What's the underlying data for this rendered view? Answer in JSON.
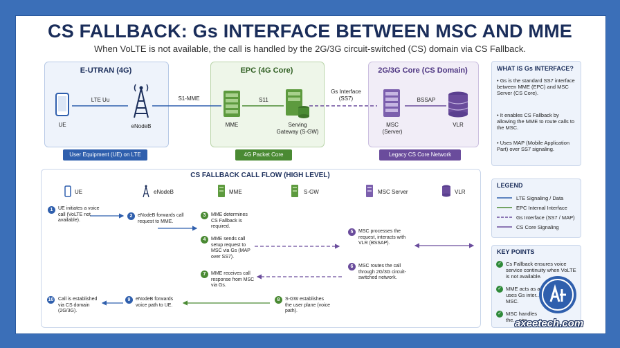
{
  "title": "CS FALLBACK: Gs INTERFACE BETWEEN MSC AND MME",
  "subtitle": "When VoLTE is not available, the call is handled by the 2G/3G circuit-switched (CS) domain via CS Fallback.",
  "colors": {
    "blue": "#2f5fad",
    "green": "#4a8a33",
    "purple": "#6a4c9c",
    "frame": "#3b6fb8",
    "title": "#1a2d5a"
  },
  "domains": {
    "eutran": {
      "title": "E-UTRAN (4G)",
      "tag": "User Equipment (UE) on LTE"
    },
    "epc": {
      "title": "EPC (4G Core)",
      "tag": "4G Packet Core"
    },
    "cs": {
      "title": "2G/3G Core (CS Domain)",
      "tag": "Legacy CS Core Network"
    }
  },
  "nodes": {
    "ue": "UE",
    "enodeb": "eNodeB",
    "mme": "MME",
    "sgw_line1": "Serving",
    "sgw_line2": "Gateway (S-GW)",
    "msc_line1": "MSC",
    "msc_line2": "(Server)",
    "vlr": "VLR"
  },
  "edges": {
    "lte_uu": "LTE Uu",
    "s1_mme": "S1-MME",
    "s11": "S11",
    "gs_line1": "Gs Interface",
    "gs_line2": "(SS7)",
    "bssap": "BSSAP"
  },
  "what_is": {
    "title": "WHAT IS Gs INTERFACE?",
    "items": [
      "Gs is the standard SS7 interface between MME (EPC) and MSC Server (CS Core).",
      "It enables CS Fallback by allowing the MME to route calls to the MSC.",
      "Uses MAP (Mobile Application Part) over SS7 signaling."
    ]
  },
  "flow": {
    "title": "CS FALLBACK CALL FLOW (HIGH LEVEL)",
    "columns": [
      "UE",
      "eNodeB",
      "MME",
      "S-GW",
      "MSC Server",
      "VLR"
    ],
    "steps": [
      {
        "n": "1",
        "text": "UE initiates a voice call (VoLTE not available)."
      },
      {
        "n": "2",
        "text": "eNodeB forwards call request to MME."
      },
      {
        "n": "3",
        "text": "MME determines CS Fallback is required."
      },
      {
        "n": "4",
        "text": "MME sends call setup request to MSC via Gs (MAP over SS7)."
      },
      {
        "n": "5",
        "text": "MSC processes the request, interacts with VLR (BSSAP)."
      },
      {
        "n": "6",
        "text": "MSC routes the call through 2G/3G circuit-switched network."
      },
      {
        "n": "7",
        "text": "MME receives call response from MSC via Gs."
      },
      {
        "n": "8",
        "text": "S-GW establishes the user plane (voice path)."
      },
      {
        "n": "9",
        "text": "eNodeB forwards voice path to UE."
      },
      {
        "n": "10",
        "text": "Call is established via CS domain (2G/3G)."
      }
    ]
  },
  "legend": {
    "title": "LEGEND",
    "items": [
      "LTE Signaling / Data",
      "EPC Internal Interface",
      "Gs Interface (SS7 / MAP)",
      "CS Core Signaling"
    ]
  },
  "key_points": {
    "title": "KEY POINTS",
    "items": [
      "Cs Fallback ensures voice service continuity when VoLTE is not available.",
      "MME acts as a... uses Gs inter... MSC.",
      "MSC handles the... circ..."
    ]
  },
  "watermark": "axeetech.com"
}
